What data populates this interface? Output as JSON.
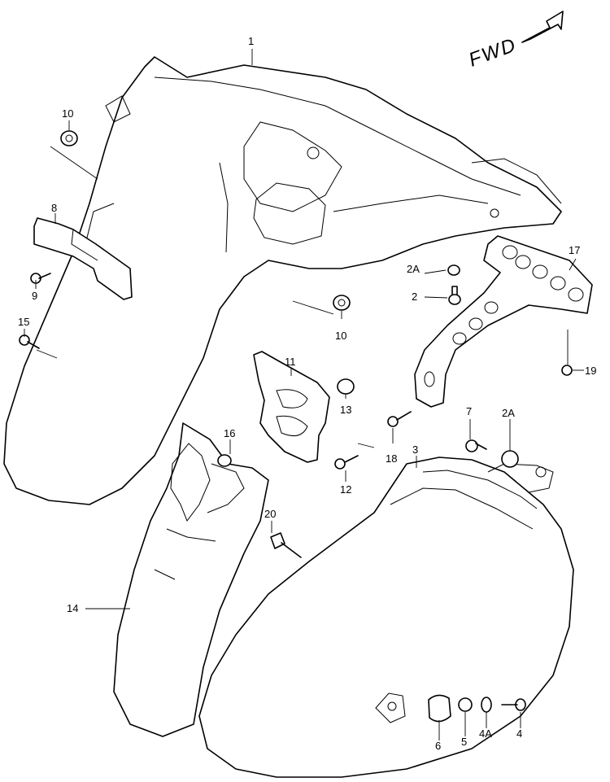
{
  "diagram": {
    "direction_label": "FWD",
    "callouts": [
      "1",
      "2",
      "2A",
      "2A",
      "3",
      "4",
      "4A",
      "5",
      "6",
      "7",
      "8",
      "9",
      "10",
      "10",
      "11",
      "12",
      "13",
      "14",
      "15",
      "16",
      "17",
      "18",
      "19",
      "20"
    ]
  }
}
